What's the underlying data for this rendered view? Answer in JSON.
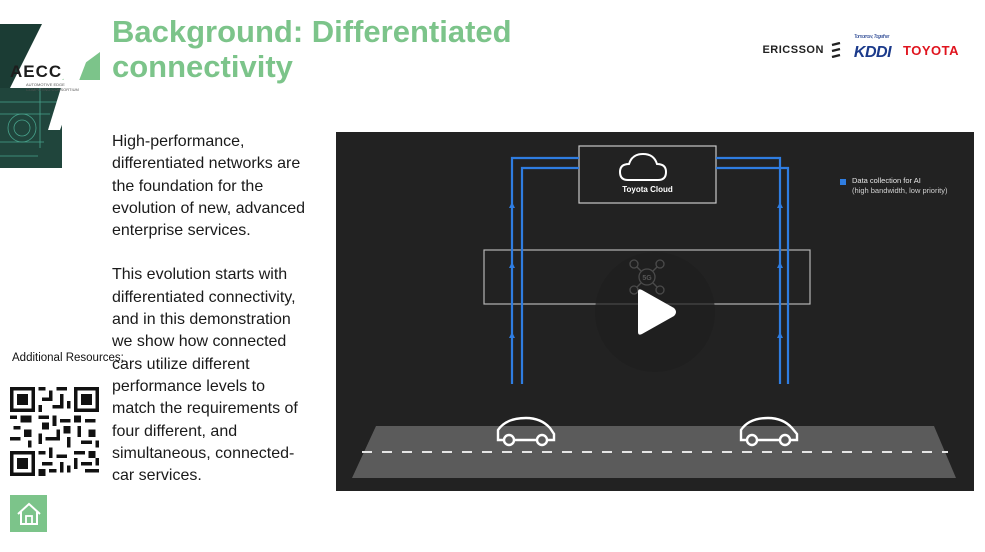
{
  "slide": {
    "title": "Background: Differentiated connectivity",
    "paragraphs": [
      "High-performance, differentiated networks are the foundation for the evolution of new, advanced enterprise services.",
      "This evolution starts with differentiated connectivity, and in this demonstration we show how connected cars utilize different performance levels to match the requirements of four different, and simultaneous, connected-car services."
    ]
  },
  "logo": {
    "name": "AECC",
    "subtitle": "AUTOMOTIVE EDGE COMPUTING CONSORTIUM"
  },
  "partners": {
    "ericsson": "ERICSSON",
    "kddi": "KDDI",
    "kddi_tagline": "Tomorrow, Together",
    "toyota": "TOYOTA"
  },
  "sidebar": {
    "additional_resources": "Additional Resources:"
  },
  "video": {
    "cloud_label": "Toyota Cloud",
    "network_badge": "5G",
    "legend_title": "Data collection for AI",
    "legend_detail": "(high bandwidth, low priority)"
  },
  "colors": {
    "title_green": "#7cc48a",
    "accent_blue": "#2f7de1",
    "video_bg": "#222222",
    "toyota_red": "#e0141e",
    "kddi_blue": "#1b3a8b"
  },
  "icons": {
    "home": "home-icon",
    "play": "play-icon",
    "cloud": "cloud-icon",
    "car": "car-icon"
  }
}
